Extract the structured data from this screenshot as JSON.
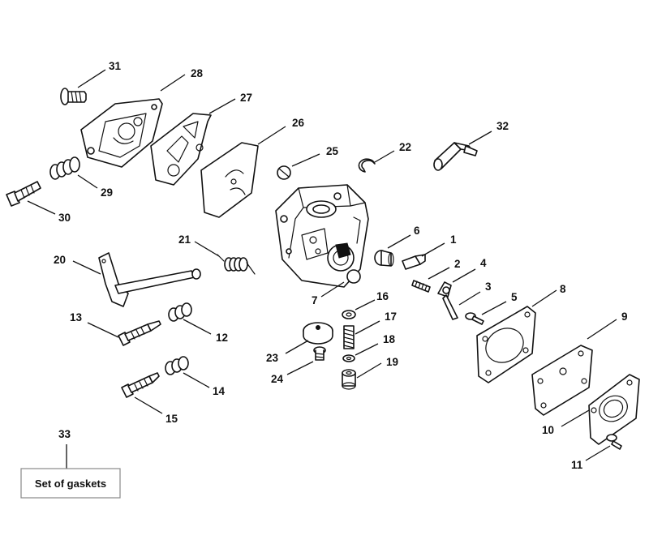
{
  "callouts": {
    "c1": "1",
    "c2": "2",
    "c3": "3",
    "c4": "4",
    "c5": "5",
    "c6": "6",
    "c7": "7",
    "c8": "8",
    "c9": "9",
    "c10": "10",
    "c11": "11",
    "c12": "12",
    "c13": "13",
    "c14": "14",
    "c15": "15",
    "c16": "16",
    "c17": "17",
    "c18": "18",
    "c19": "19",
    "c20": "20",
    "c21": "21",
    "c22": "22",
    "c23": "23",
    "c24": "24",
    "c25": "25",
    "c26": "26",
    "c27": "27",
    "c28": "28",
    "c29": "29",
    "c30": "30",
    "c31": "31",
    "c32": "32",
    "c33": "33"
  },
  "gasket_set": {
    "label": "Set of gaskets"
  },
  "colors": {
    "ink": "#111111",
    "background": "#ffffff"
  }
}
